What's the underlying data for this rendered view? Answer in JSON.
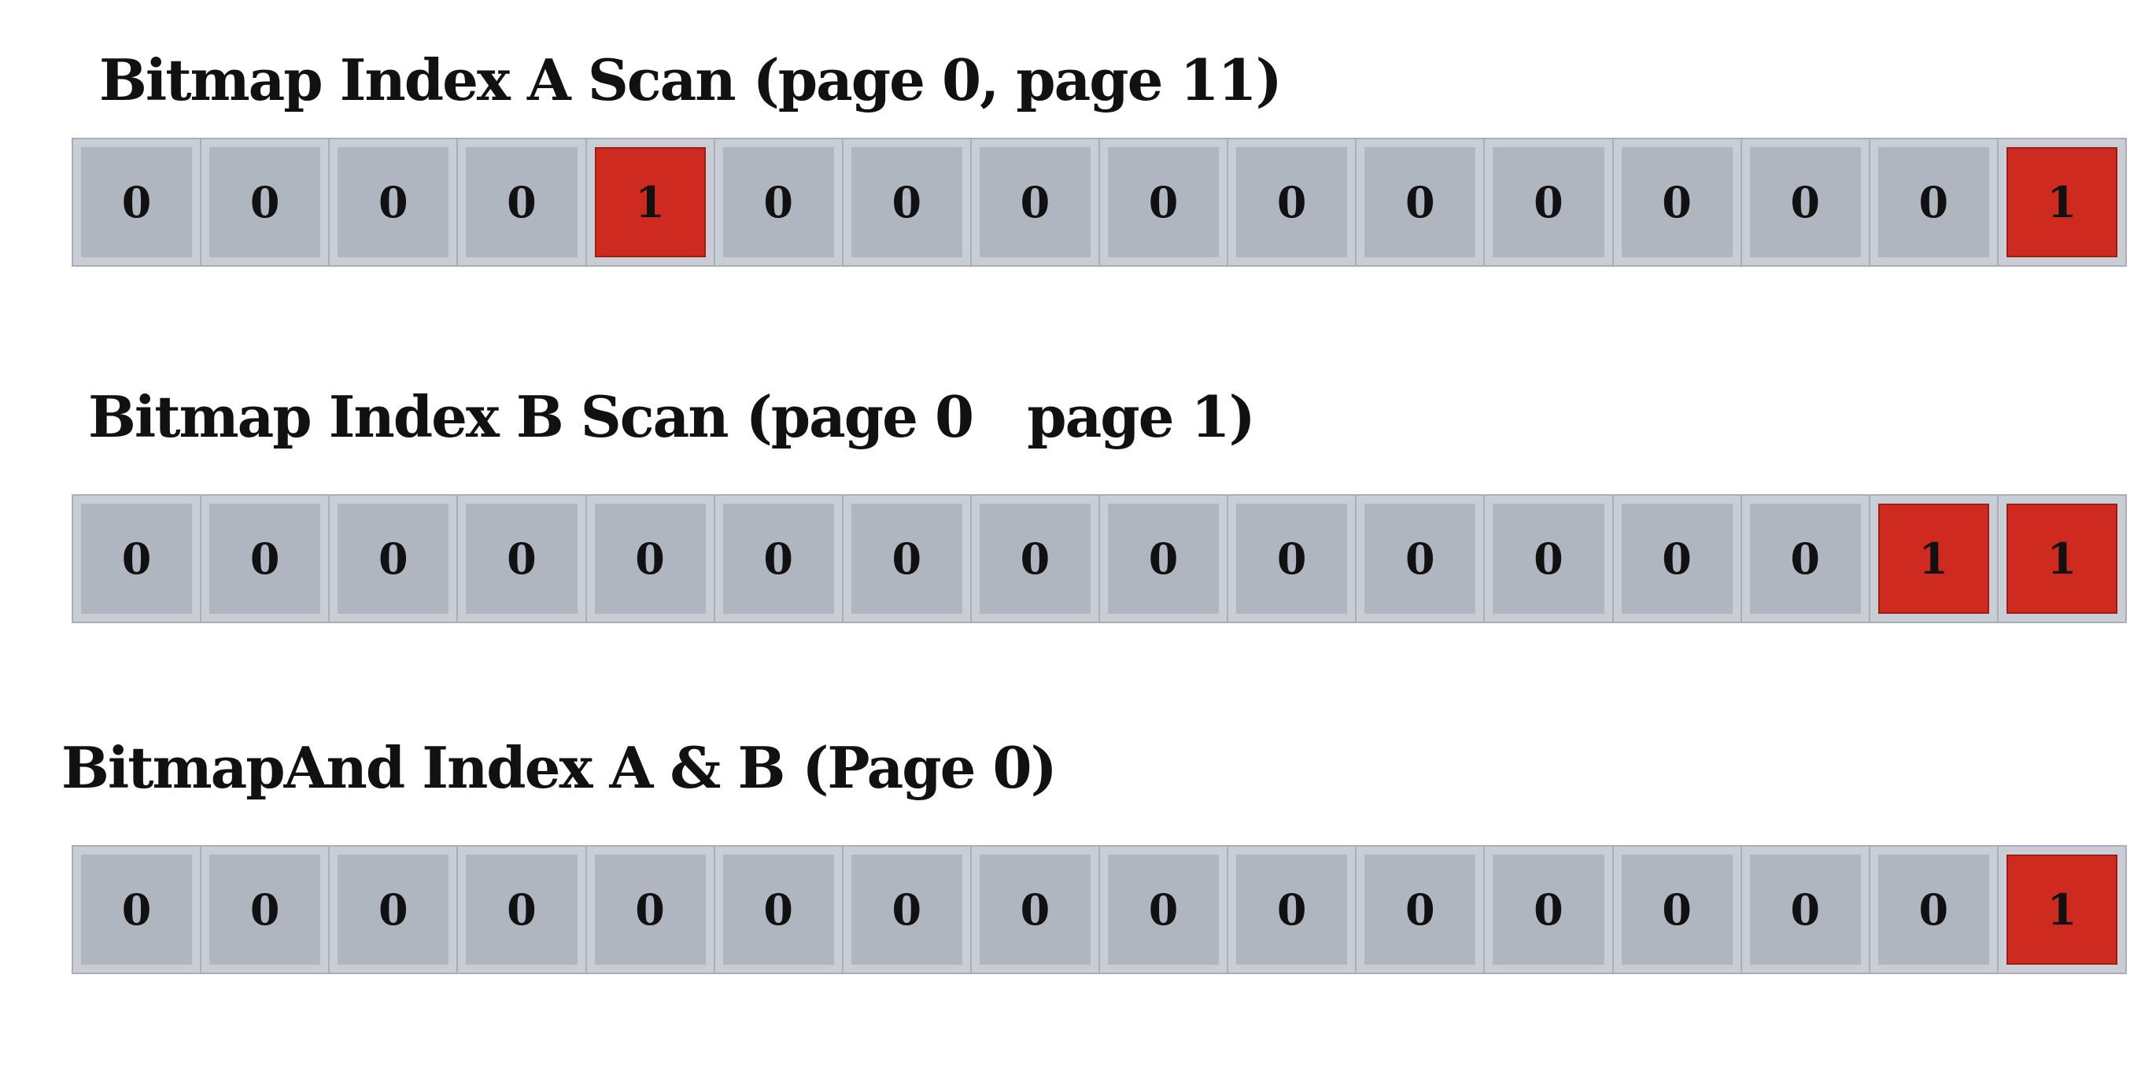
{
  "rows": [
    {
      "title": "Bitmap Index A Scan (page 0, page 11)",
      "bits": [
        "0",
        "0",
        "0",
        "0",
        "1",
        "0",
        "0",
        "0",
        "0",
        "0",
        "0",
        "0",
        "0",
        "0",
        "0",
        "1"
      ]
    },
    {
      "title": "Bitmap Index B Scan (page 0   page 1)",
      "bits": [
        "0",
        "0",
        "0",
        "0",
        "0",
        "0",
        "0",
        "0",
        "0",
        "0",
        "0",
        "0",
        "0",
        "0",
        "1",
        "1"
      ]
    },
    {
      "title": "BitmapAnd Index A & B (Page 0)",
      "bits": [
        "0",
        "0",
        "0",
        "0",
        "0",
        "0",
        "0",
        "0",
        "0",
        "0",
        "0",
        "0",
        "0",
        "0",
        "0",
        "1"
      ]
    }
  ],
  "colors": {
    "set_bit": "#cf2a20",
    "unset_bit": "#b0b6c0",
    "frame": "#c8cdd6",
    "text": "#111111"
  }
}
